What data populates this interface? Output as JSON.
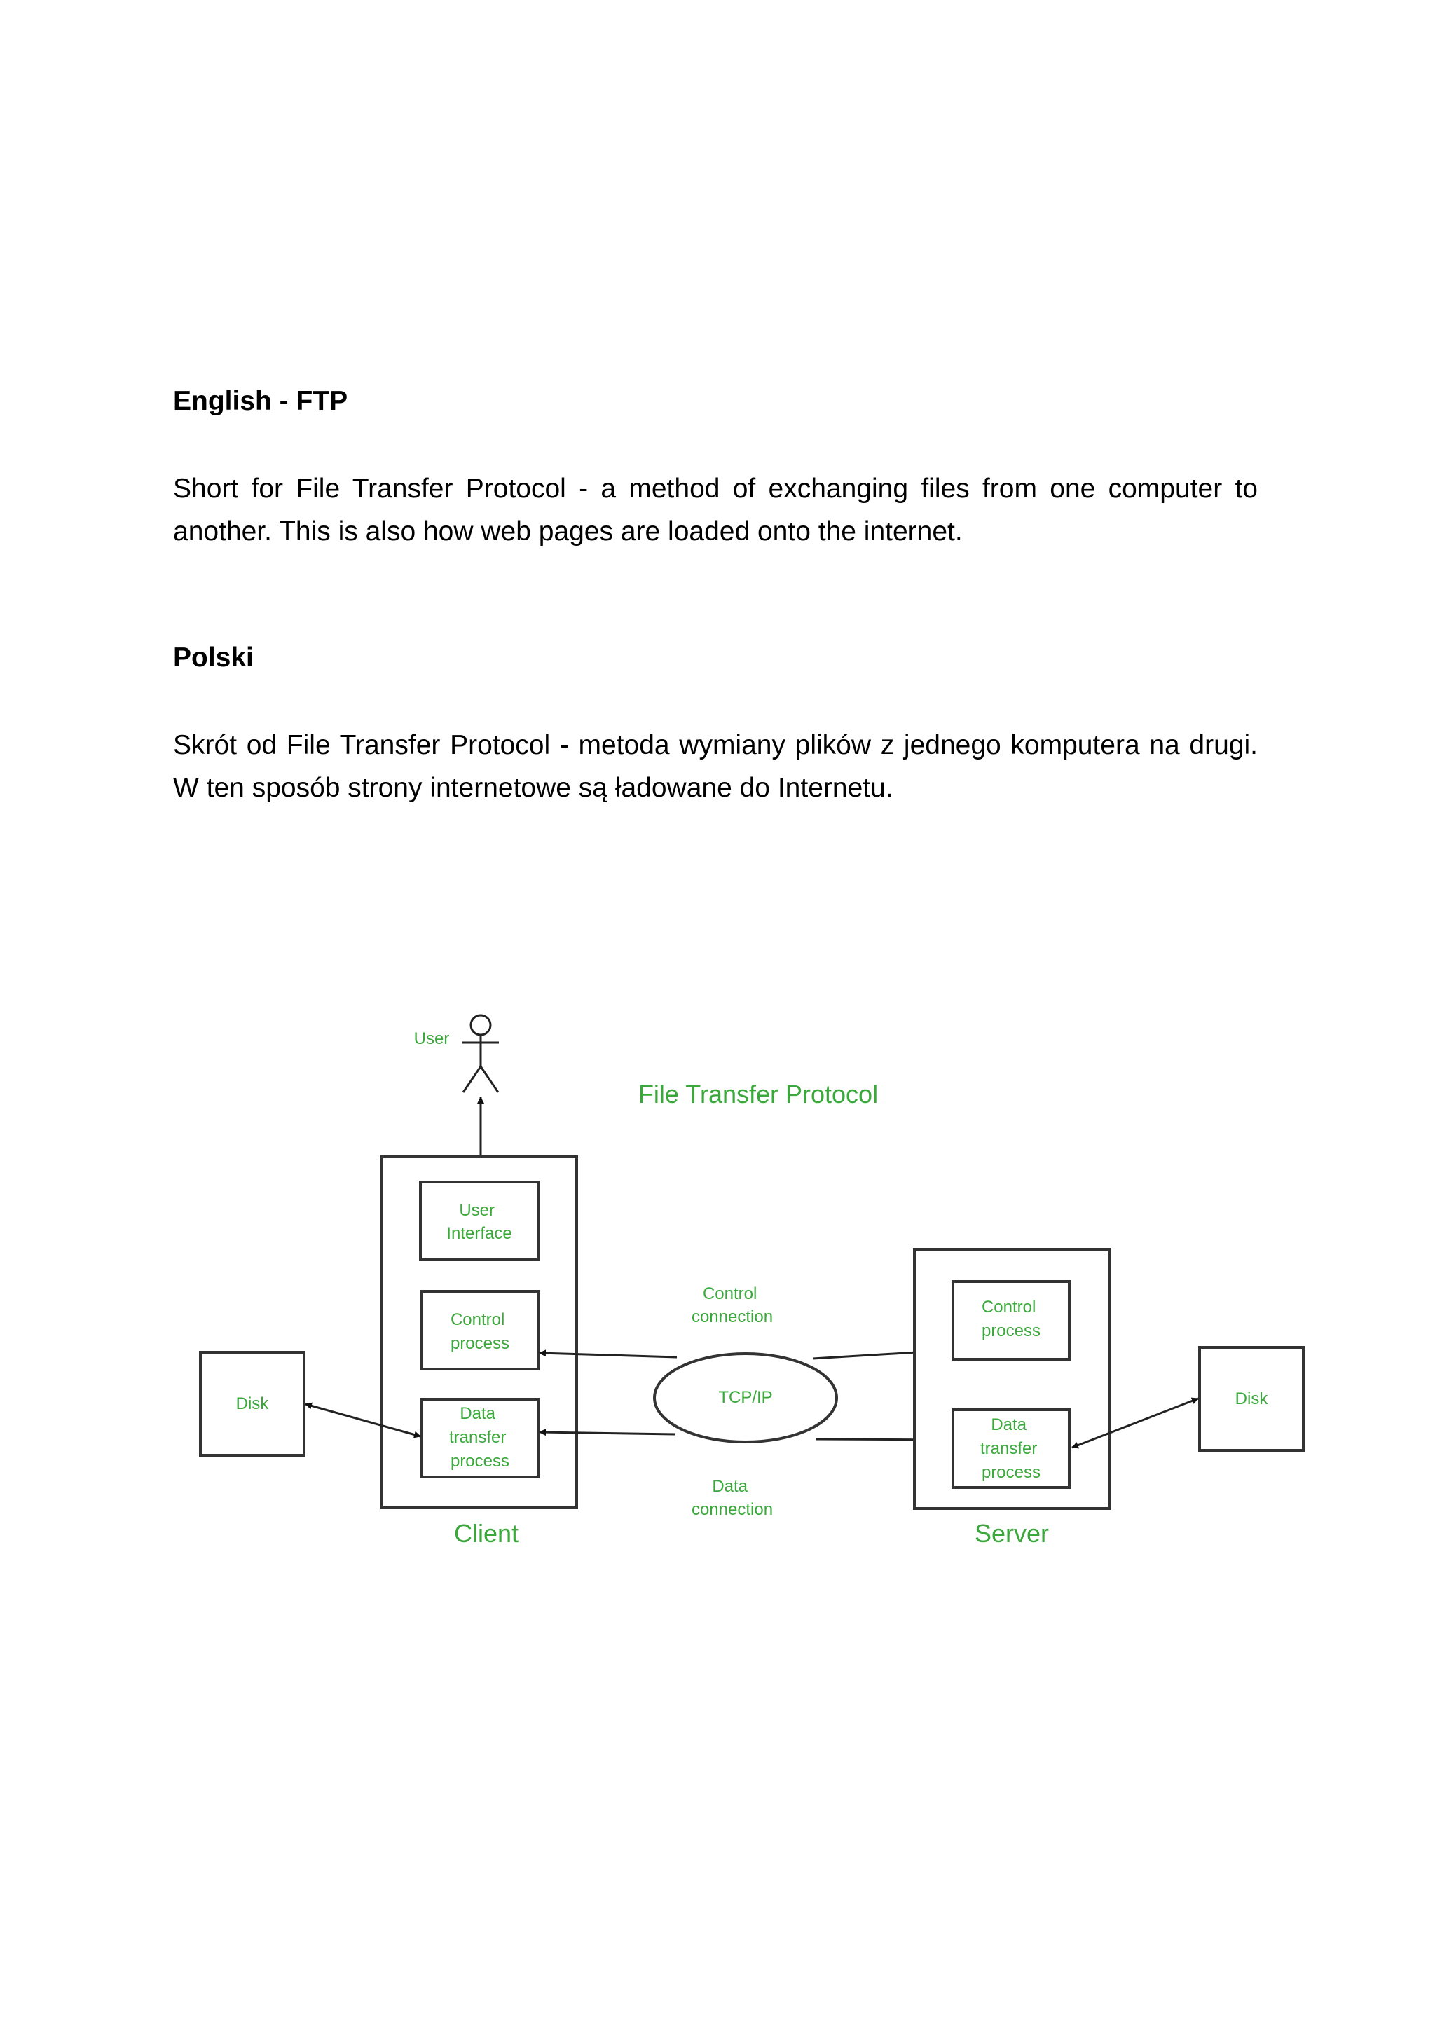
{
  "sections": {
    "english": {
      "heading": "English - FTP",
      "paragraph": "Short for File Transfer Protocol - a method of exchanging files from one computer to another. This is also how web pages are loaded onto the internet."
    },
    "polski": {
      "heading": "Polski",
      "paragraph": "Skrót od File Transfer Protocol - metoda wymiany plików z jednego komputera na drugi. W ten sposób strony internetowe są ładowane do Internetu."
    }
  },
  "diagram": {
    "title": "File Transfer Protocol",
    "user": "User",
    "client_label": "Client",
    "server_label": "Server",
    "client_user_interface": [
      "User",
      "Interface"
    ],
    "client_control_process": [
      "Control",
      "process"
    ],
    "client_data_transfer": [
      "Data",
      "transfer",
      "process"
    ],
    "server_control_process": [
      "Control",
      "process"
    ],
    "server_data_transfer": [
      "Data",
      "transfer",
      "process"
    ],
    "disk_left": "Disk",
    "disk_right": "Disk",
    "tcpip": "TCP/IP",
    "control_connection": [
      "Control",
      "connection"
    ],
    "data_connection": [
      "Data",
      "connection"
    ],
    "text_color": "#3aa83a"
  }
}
